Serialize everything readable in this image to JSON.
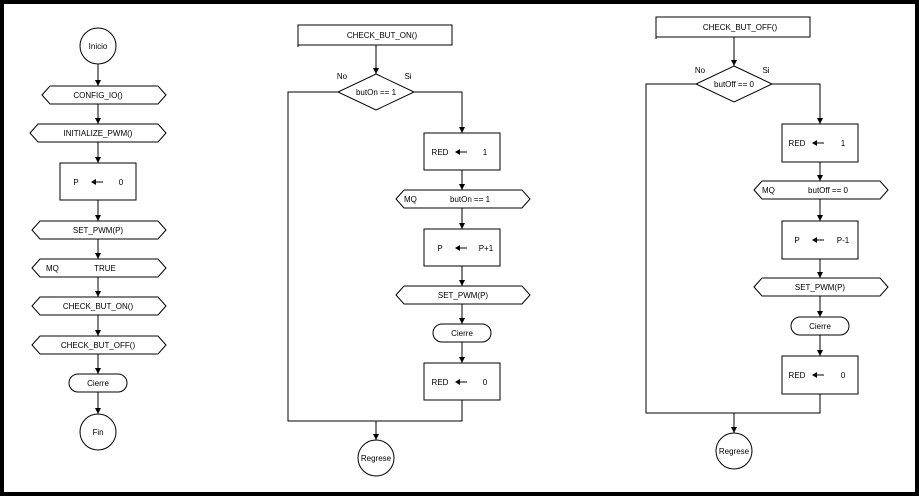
{
  "left_flow": {
    "start": "Inicio",
    "config_io": "CONFIG_IO()",
    "init_pwm": "INITIALIZE_PWM()",
    "assign_var": "P",
    "assign_val": "0",
    "set_pwm": "SET_PWM(P)",
    "loop_label": "MQ",
    "loop_cond": "TRUE",
    "check_on": "CHECK_BUT_ON()",
    "check_off": "CHECK_BUT_OFF()",
    "close": "Cierre",
    "end": "Fin"
  },
  "middle_flow": {
    "title": "CHECK_BUT_ON()",
    "no_label": "No",
    "yes_label": "Si",
    "condition": "butOn == 1",
    "red_var": "RED",
    "red_val": "1",
    "loop_label": "MQ",
    "loop_cond": "butOn == 1",
    "p_var": "P",
    "p_val": "P+1",
    "set_pwm": "SET_PWM(P)",
    "close": "Cierre",
    "red2_var": "RED",
    "red2_val": "0",
    "return": "Regrese"
  },
  "right_flow": {
    "title": "CHECK_BUT_OFF()",
    "no_label": "No",
    "yes_label": "Si",
    "condition": "butOff == 0",
    "red_var": "RED",
    "red_val": "1",
    "loop_label": "MQ",
    "loop_cond": "butOff == 0",
    "p_var": "P",
    "p_val": "P-1",
    "set_pwm": "SET_PWM(P)",
    "close": "Cierre",
    "red2_var": "RED",
    "red2_val": "0",
    "return": "Regrese"
  }
}
